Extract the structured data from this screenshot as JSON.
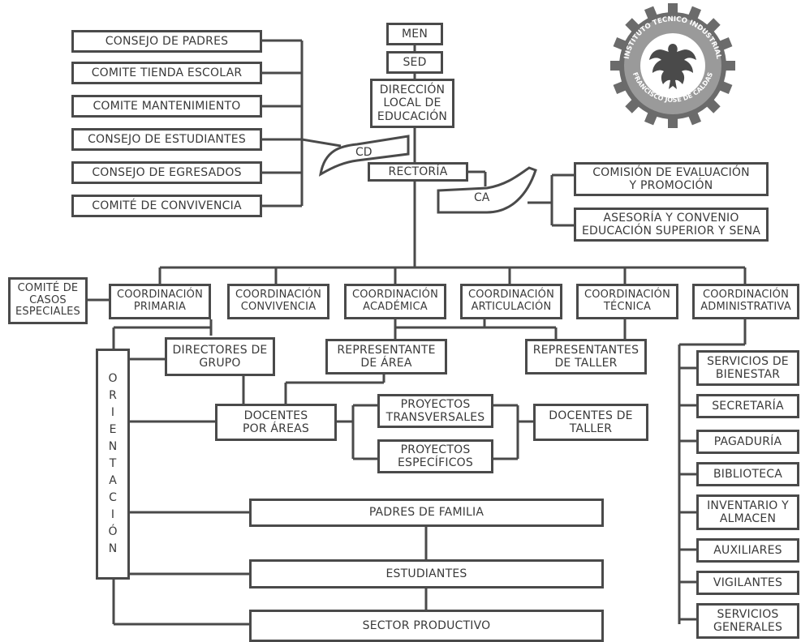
{
  "top": {
    "men": "MEN",
    "sed": "SED",
    "direccion": "DIRECCIÓN\nLOCAL DE\nEDUCACIÓN",
    "rectoria": "RECTORÍA",
    "cd": "CD",
    "ca": "CA"
  },
  "left_committees": [
    "CONSEJO DE PADRES",
    "COMITE TIENDA ESCOLAR",
    "COMITE MANTENIMIENTO",
    "CONSEJO DE ESTUDIANTES",
    "CONSEJO DE EGRESADOS",
    "COMITÉ DE CONVIVENCIA"
  ],
  "right_committees": [
    "COMISIÓN DE EVALUACIÓN\nY PROMOCIÓN",
    "ASESORÍA Y CONVENIO\nEDUCACIÓN SUPERIOR Y SENA"
  ],
  "comite_casos": "COMITÉ DE\nCASOS\nESPECIALES",
  "coordinations": [
    "COORDINACIÓN\nPRIMARIA",
    "COORDINACIÓN\nCONVIVENCIA",
    "COORDINACIÓN\nACADÉMICA",
    "COORDINACIÓN\nARTICULACIÓN",
    "COORDINACIÓN\nTÉCNICA",
    "COORDINACIÓN\nADMINISTRATIVA"
  ],
  "middle": {
    "directores": "DIRECTORES DE\nGRUPO",
    "representante_area": "REPRESENTANTE\nDE ÁREA",
    "representantes_taller": "REPRESENTANTES\nDE TALLER",
    "docentes_areas": "DOCENTES\nPOR ÁREAS",
    "proyectos_transversales": "PROYECTOS\nTRANSVERSALES",
    "proyectos_especificos": "PROYECTOS\nESPECÍFICOS",
    "docentes_taller": "DOCENTES DE\nTALLER"
  },
  "orientacion_letters": [
    "O",
    "R",
    "I",
    "E",
    "N",
    "T",
    "A",
    "C",
    "I",
    "Ó",
    "N"
  ],
  "bottom": {
    "padres": "PADRES DE FAMILIA",
    "estudiantes": "ESTUDIANTES",
    "sector": "SECTOR PRODUCTIVO"
  },
  "admin_services": [
    "SERVICIOS DE\nBIENESTAR",
    "SECRETARÍA",
    "PAGADURÍA",
    "BIBLIOTECA",
    "INVENTARIO Y\nALMACEN",
    "AUXILIARES",
    "VIGILANTES",
    "SERVICIOS\nGENERALES"
  ],
  "seal": {
    "text_top": "INSTITUTO TECNICO INDUSTRIAL",
    "text_bottom": "FRANCISCO JOSE DE CALDAS"
  },
  "colors": {
    "line": "#4a4a4a",
    "text": "#3a3a3a",
    "seal": "#6b6b6b"
  }
}
